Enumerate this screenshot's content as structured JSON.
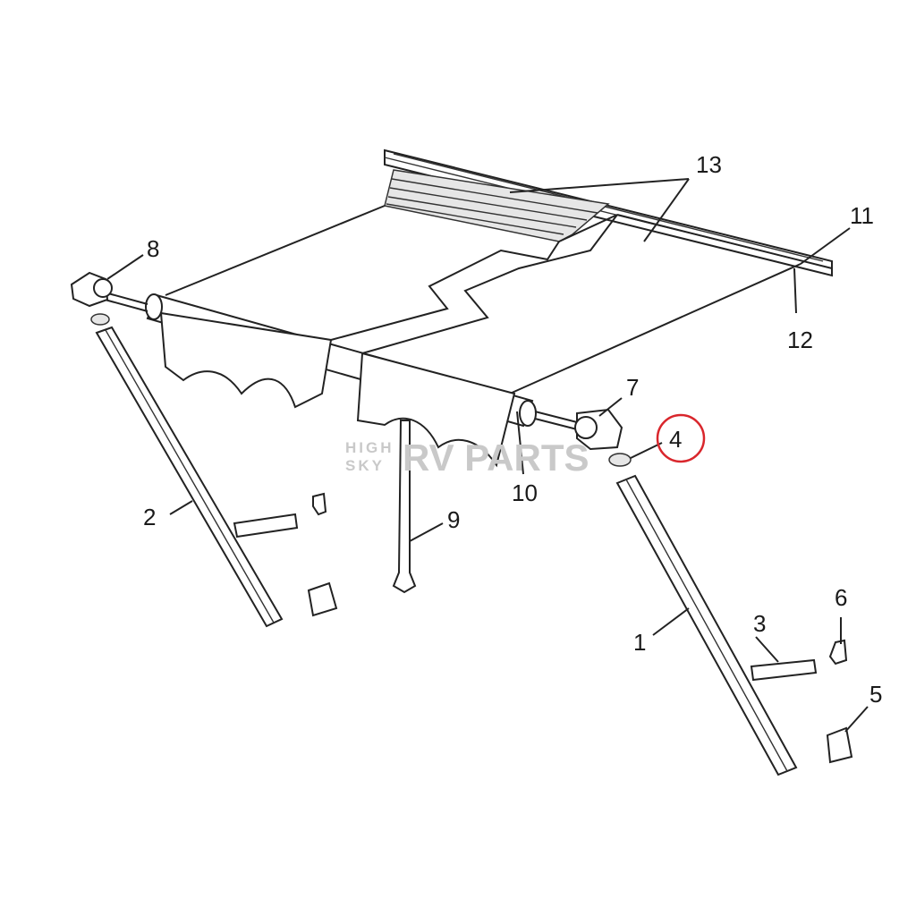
{
  "diagram": {
    "watermark": {
      "line1": "HIGH",
      "line2": "SKY",
      "brand": "RV PARTS"
    },
    "highlight_color": "#d9262c",
    "callouts": [
      {
        "id": "c1",
        "label": "1"
      },
      {
        "id": "c2",
        "label": "2"
      },
      {
        "id": "c3",
        "label": "3"
      },
      {
        "id": "c4",
        "label": "4",
        "highlighted": true
      },
      {
        "id": "c5",
        "label": "5"
      },
      {
        "id": "c6",
        "label": "6"
      },
      {
        "id": "c7",
        "label": "7"
      },
      {
        "id": "c8",
        "label": "8"
      },
      {
        "id": "c9",
        "label": "9"
      },
      {
        "id": "c10",
        "label": "10"
      },
      {
        "id": "c11",
        "label": "11"
      },
      {
        "id": "c12",
        "label": "12"
      },
      {
        "id": "c13",
        "label": "13"
      }
    ]
  }
}
